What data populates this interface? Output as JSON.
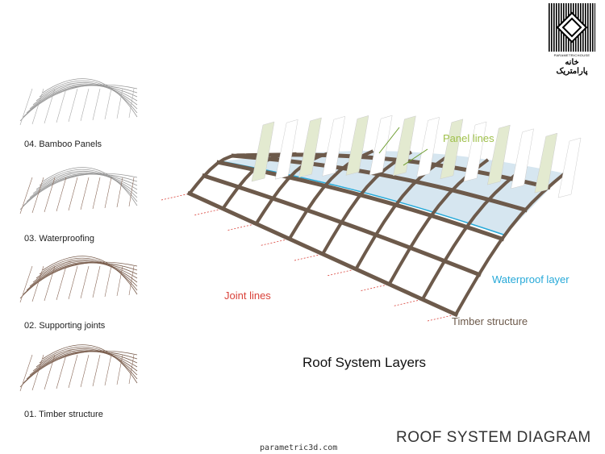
{
  "layers": [
    {
      "label": "04. Bamboo Panels"
    },
    {
      "label": "03. Waterproofing"
    },
    {
      "label": "02. Supporting joints"
    },
    {
      "label": "01. Timber structure"
    }
  ],
  "annotations": {
    "panel_lines": "Panel lines",
    "waterproof_layer": "Waterproof layer",
    "joint_lines": "Joint lines",
    "timber_structure": "Timber structure"
  },
  "diagram_title": "Roof System Layers",
  "footer_title": "ROOF SYSTEM DIAGRAM",
  "website": "parametric3d.com",
  "logo": {
    "brand": "PARAMETRICHOUSE",
    "persian": "خانه پارامتریک"
  },
  "colors": {
    "panel": "#e3ead0",
    "water": "#d6e6f0",
    "water_edge": "#27a9d8",
    "timber": "#6d5a4b",
    "joint": "#d9423a",
    "panel_text": "#9fc04a",
    "water_text": "#27a9d8",
    "joint_text": "#d9423a",
    "timber_text": "#6d5a4b"
  }
}
